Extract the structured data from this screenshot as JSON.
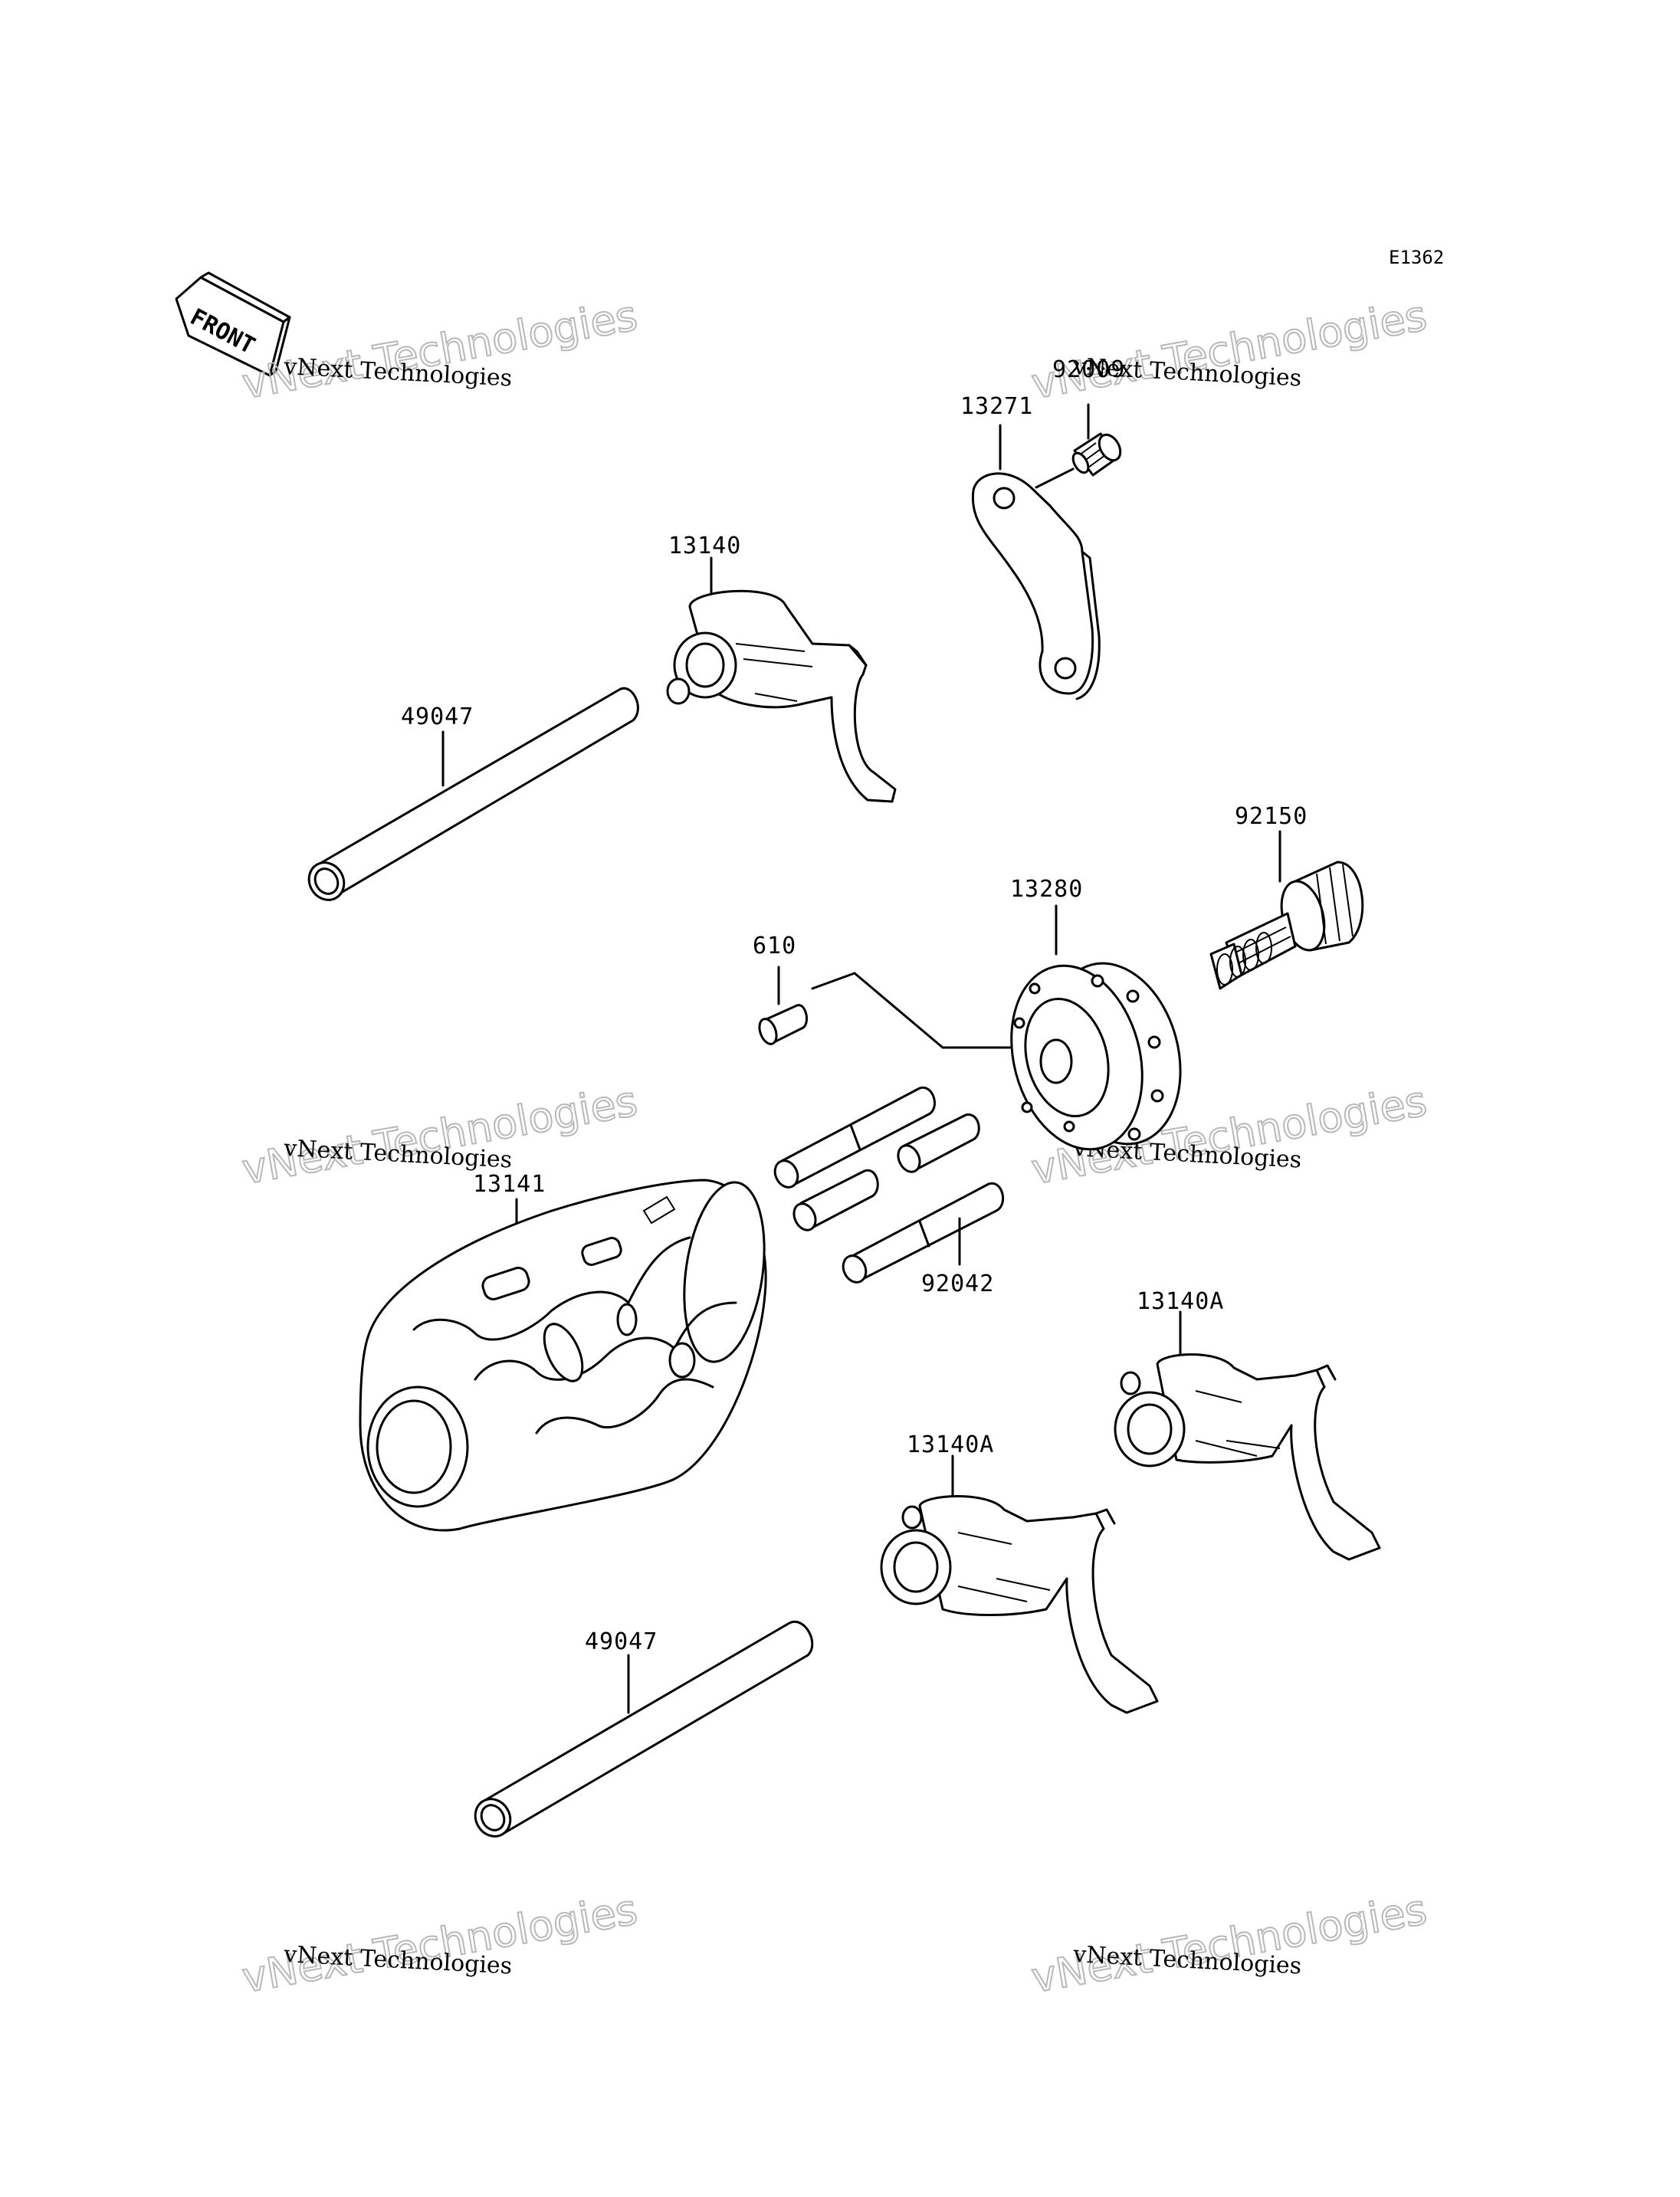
{
  "diagram_code": "E1362",
  "front_marker": {
    "text": "FRONT"
  },
  "watermarks": [
    {
      "name": "vNext Technologies",
      "big": "vNext Technologies"
    },
    {
      "name": "vNext Technologies",
      "big": "vNext Technologies"
    },
    {
      "name": "vNext Technologies",
      "big": "vNext Technologies"
    },
    {
      "name": "vNext Technologies",
      "big": "vNext Technologies"
    },
    {
      "name": "vNext Technologies",
      "big": "vNext Technologies"
    },
    {
      "name": "vNext Technologies",
      "big": "vNext Technologies"
    }
  ],
  "parts": [
    {
      "number": "92009"
    },
    {
      "number": "13271"
    },
    {
      "number": "13140"
    },
    {
      "number": "49047"
    },
    {
      "number": "92150"
    },
    {
      "number": "13280"
    },
    {
      "number": "610"
    },
    {
      "number": "13141"
    },
    {
      "number": "92042"
    },
    {
      "number": "13140A"
    },
    {
      "number": "13140A"
    },
    {
      "number": "49047"
    }
  ]
}
